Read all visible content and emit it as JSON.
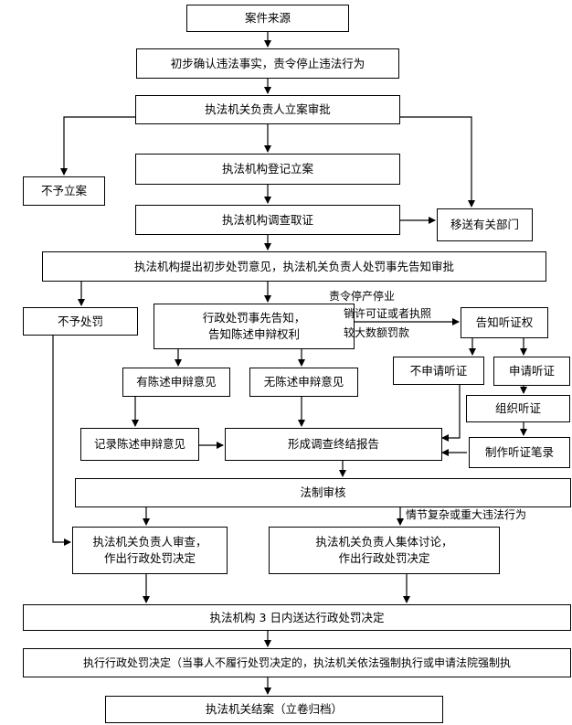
{
  "nodes": {
    "case_source": "案件来源",
    "confirm": "初步确认违法事实，责令停止违法行为",
    "approve": "执法机关负责人立案审批",
    "no_filing": "不予立案",
    "register": "执法机构登记立案",
    "investigate": "执法机构调查取证",
    "transfer": "移送有关部门",
    "propose": "执法机构提出初步处罚意见，执法机关负责人处罚事先告知审批",
    "no_penalty": "不予处罚",
    "notify": "行政处罚事先告知，\n告知陈述申辩权利",
    "hearing_right": "告知听证权",
    "has_statement": "有陈述申辩意见",
    "no_statement": "无陈述申辩意见",
    "no_hearing": "不申请听证",
    "apply_hearing": "申请听证",
    "organize_hearing": "组织听证",
    "record_statement": "记录陈述申辩意见",
    "report": "形成调查终结报告",
    "hearing_transcript": "制作听证笔录",
    "legal_review": "法制审核",
    "head_review": "执法机关负责人审查，\n作出行政处罚决定",
    "collective": "执法机关负责人集体讨论，\n作出行政处罚决定",
    "deliver": "执法机构 3 日内送达行政处罚决定",
    "execute": "执行行政处罚决定（当事人不履行处罚决定的，执法机关依法强制执行或申请法院强制执",
    "close": "执法机关结案（立卷归档）"
  },
  "notes": {
    "suspend": "责令停产停业",
    "revoke": "销许可证或者执照",
    "large_fine": "较大数额罚款",
    "complex": "情节复杂或重大违法行为"
  },
  "colors": {
    "line": "#000000",
    "box_border": "#000000",
    "background": "#ffffff"
  }
}
